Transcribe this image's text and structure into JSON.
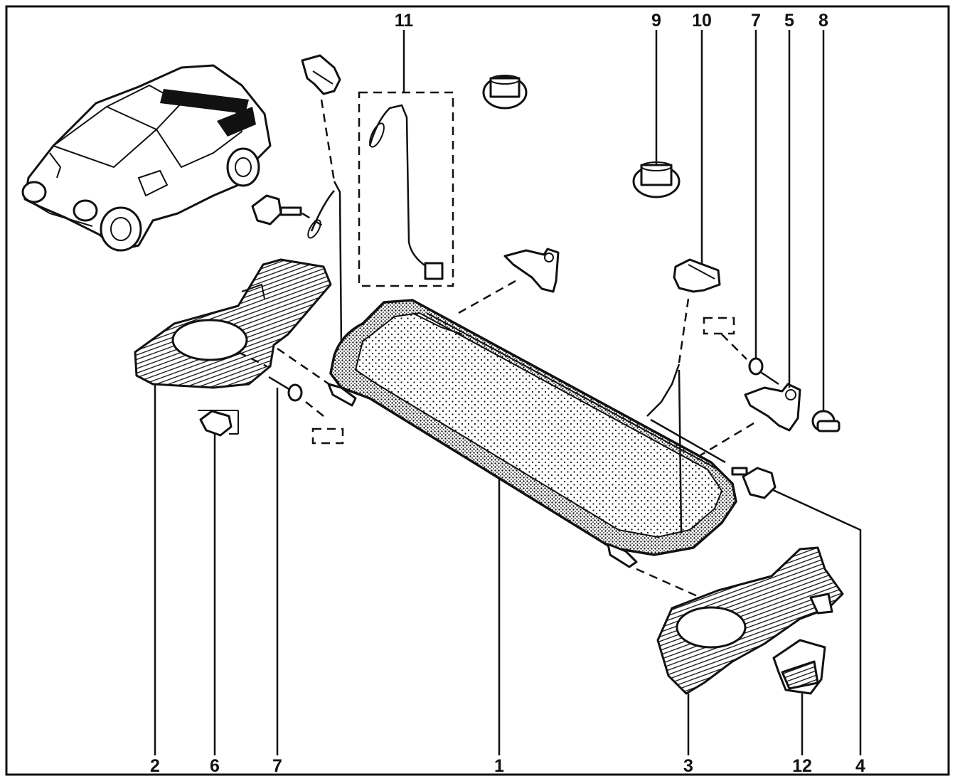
{
  "callouts_top": [
    {
      "id": "callout-11",
      "text": "11"
    },
    {
      "id": "callout-9",
      "text": "9"
    },
    {
      "id": "callout-10",
      "text": "10"
    },
    {
      "id": "callout-7-top",
      "text": "7"
    },
    {
      "id": "callout-5",
      "text": "5"
    },
    {
      "id": "callout-8",
      "text": "8"
    }
  ],
  "callouts_bottom": [
    {
      "id": "callout-2",
      "text": "2"
    },
    {
      "id": "callout-6",
      "text": "6"
    },
    {
      "id": "callout-7-bottom",
      "text": "7"
    },
    {
      "id": "callout-1",
      "text": "1"
    },
    {
      "id": "callout-3",
      "text": "3"
    },
    {
      "id": "callout-12",
      "text": "12"
    },
    {
      "id": "callout-4",
      "text": "4"
    }
  ],
  "colors": {
    "ink": "#111111",
    "paper": "#ffffff"
  }
}
